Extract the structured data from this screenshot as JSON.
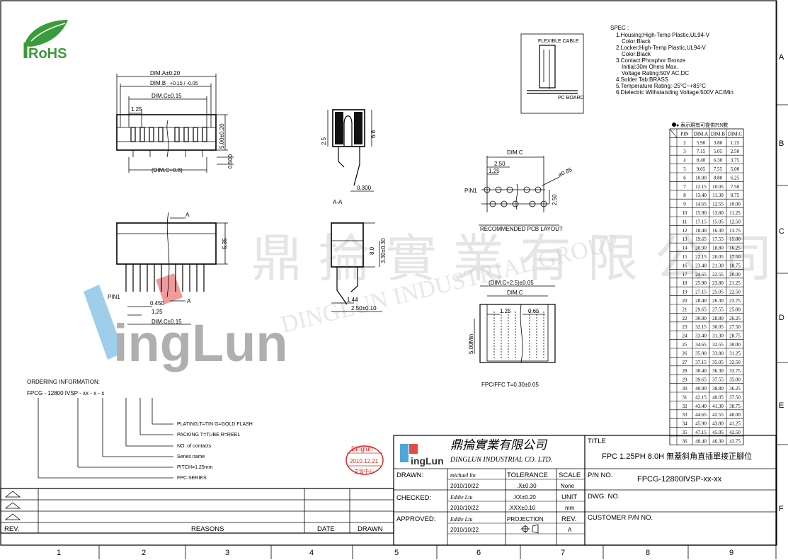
{
  "border": {
    "rows": [
      "A",
      "B",
      "C",
      "D",
      "E",
      "F"
    ],
    "cols": [
      "1",
      "2",
      "3",
      "4",
      "5",
      "6",
      "7",
      "8",
      "9"
    ]
  },
  "logo": {
    "text": "RoHS"
  },
  "spec": {
    "title": "SPEC :",
    "lines": [
      "1.Housing:High-Temp Plastic,UL94-V",
      "Color:Black",
      "2.Locker:High-Temp Plastic,UL94-V",
      "Color:Black",
      "3.Contact:Phosphor Bronze",
      "Initial:30m Ohms Max.",
      "Voltage Rating:50V AC,DC",
      "4.Solder Tab:BRASS",
      "5.Temperature Rating:-25°C~+85°C",
      "6.Dielectric Withstanding Voltage:500V AC/Min"
    ]
  },
  "inset": {
    "cable": "FLEXIBLE CABLE",
    "board": "PC BOARD"
  },
  "watermark": {
    "cn": "鼎 掄 實 業 有 限 公 司",
    "en": "DINGLUN INDUSTRIAL GROUP",
    "brand": "ingLun"
  },
  "dims": {
    "top_a": "DIM.A±0.20",
    "top_b": "DIM.B",
    "top_b_tol": "+0.15 / -0.05",
    "top_c": "DIM.C±0.15",
    "pitch": "1.25",
    "height_v": "5.00±0.20",
    "offset_v": "0.500",
    "bottom": "(DIM.C+0.8)",
    "side_25": "2.5",
    "side_68": "6.8",
    "side_0300": "0.300",
    "section": "A-A",
    "mid_535": "5.35",
    "mid_a": "A",
    "pin1": "PIN1",
    "mid_0450": "0.450",
    "mid_125": "1.25",
    "mid_c": "DIM.C±0.15",
    "side2_80": "8.0",
    "side2_330": "3.30±0.30",
    "side2_144": "1.44",
    "side2_250": "2.50±0.10",
    "pcb_c": "DIM.C",
    "pcb_250": "2.50",
    "pcb_125": "1.25",
    "pcb_hole": "ø0.85",
    "pcb_v250": "2.50",
    "pcb_title": "RECOMMENDED PCB LAYOUT",
    "fpc_outer": "(DIM.C+2.5)±0.05",
    "fpc_c": "DIM.C",
    "fpc_125": "1.25",
    "fpc_065": "0.65",
    "fpc_5min": "5.00Min",
    "fpc_t": "FPC/FFC T=0.30±0.05"
  },
  "ordering": {
    "title": "ORDERING INFORMATION:",
    "code": "FPCG - 12800   IVSP  - xx  - x  - x",
    "items": [
      "PLATING:T=TIN G=GOLD FLASH",
      "PACKING T=TUBE R=REEL",
      "NO. of contacts",
      "Series name",
      "PITCH=1.25mm",
      "FPC SERIES"
    ]
  },
  "table": {
    "note": "● 表示現有可提供PIN數",
    "headers": [
      "PIN",
      "DIM.A",
      "DIM.B",
      "DIM.C"
    ],
    "rows": [
      [
        "2",
        "5.90",
        "3.80",
        "1.25"
      ],
      [
        "3",
        "7.15",
        "5.05",
        "2.50"
      ],
      [
        "4",
        "8.40",
        "6.30",
        "3.75"
      ],
      [
        "5",
        "9.65",
        "7.55",
        "5.00"
      ],
      [
        "6",
        "10.90",
        "8.80",
        "6.25"
      ],
      [
        "7",
        "12.15",
        "10.05",
        "7.50"
      ],
      [
        "8",
        "13.40",
        "11.30",
        "8.75"
      ],
      [
        "9",
        "14.65",
        "12.55",
        "10.00"
      ],
      [
        "10",
        "15.90",
        "13.80",
        "11.25"
      ],
      [
        "11",
        "17.15",
        "15.05",
        "12.50"
      ],
      [
        "12",
        "18.40",
        "16.30",
        "13.75"
      ],
      [
        "13",
        "19.65",
        "17.55",
        "15.00"
      ],
      [
        "14",
        "20.90",
        "18.80",
        "16.25"
      ],
      [
        "15",
        "22.15",
        "20.05",
        "17.50"
      ],
      [
        "16",
        "23.40",
        "21.30",
        "18.75"
      ],
      [
        "17",
        "24.65",
        "22.55",
        "20.00"
      ],
      [
        "18",
        "25.90",
        "23.80",
        "21.25"
      ],
      [
        "19",
        "27.15",
        "25.05",
        "22.50"
      ],
      [
        "20",
        "28.40",
        "26.30",
        "23.75"
      ],
      [
        "21",
        "29.65",
        "27.55",
        "25.00"
      ],
      [
        "22",
        "30.90",
        "28.80",
        "26.25"
      ],
      [
        "23",
        "32.15",
        "30.05",
        "27.50"
      ],
      [
        "24",
        "33.40",
        "31.30",
        "28.75"
      ],
      [
        "25",
        "34.65",
        "32.55",
        "30.00"
      ],
      [
        "26",
        "35.90",
        "33.80",
        "31.25"
      ],
      [
        "27",
        "37.15",
        "35.05",
        "32.50"
      ],
      [
        "28",
        "38.40",
        "36.30",
        "33.75"
      ],
      [
        "29",
        "39.65",
        "37.55",
        "35.00"
      ],
      [
        "30",
        "40.90",
        "38.80",
        "36.25"
      ],
      [
        "31",
        "42.15",
        "40.05",
        "37.50"
      ],
      [
        "32",
        "43.40",
        "41.30",
        "38.75"
      ],
      [
        "33",
        "44.65",
        "42.55",
        "40.00"
      ],
      [
        "34",
        "45.90",
        "43.80",
        "41.25"
      ],
      [
        "35",
        "47.15",
        "45.05",
        "42.50"
      ],
      [
        "36",
        "48.40",
        "46.30",
        "43.75"
      ]
    ]
  },
  "stamp": {
    "line1": "Dinglun",
    "line2": "2010.12.21",
    "line3": "文管中心"
  },
  "titleblock": {
    "company_cn": "鼎掄實業有限公司",
    "company_en": "DINGLUN INDUSTRIAL CO. LTD.",
    "brand": "ingLun",
    "title_label": "TITLE",
    "title_value": "FPC 1.25PH 8.0H 無蓋斜角直插單接正腳位",
    "drawn_label": "DRAWN:",
    "drawn_name": "michael lin",
    "drawn_date": "2010/10/22",
    "checked_label": "CHECKED:",
    "checked_name": "Eddie Liu",
    "checked_date": "2010/10/22",
    "approved_label": "APPROVED:",
    "approved_name": "Eddie Liu",
    "approved_date": "2010/10/22",
    "tolerance_label": "TOLERANCE",
    "tol1": ".X±0.30",
    "tol2": ".XX±0.20",
    "tol3": ".XXX±0.10",
    "projection_label": "PROJECTION",
    "scale_label": "SCALE",
    "scale_value": "None",
    "unit_label": "UNIT",
    "unit_value": "mm",
    "rev_label": "REV.",
    "rev_value": "A",
    "pn_label": "P/N NO.",
    "pn_value": "FPCG-12800IVSP-xx-xx",
    "dwg_label": "DWG. NO.",
    "cust_label": "CUSTOMER P/N NO."
  },
  "revision": {
    "rev": "REV.",
    "reasons": "REASONS",
    "date": "DATE",
    "drawn": "DRAWN"
  }
}
